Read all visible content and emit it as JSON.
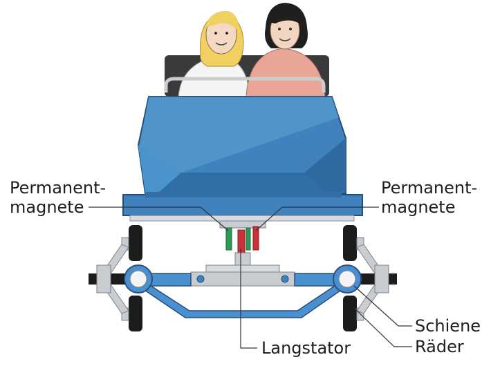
{
  "labels": {
    "left_magnets_line1": "Permanent-",
    "left_magnets_line2": "magnete",
    "right_magnets_line1": "Permanent-",
    "right_magnets_line2": "magnete",
    "schiene": "Schiene",
    "raeder": "Räder",
    "langstator": "Langstator"
  },
  "colors": {
    "body_blue": "#3f82bd",
    "body_light": "#5ea6d6",
    "body_dark": "#2f6ea6",
    "frame_blue": "#4a8fcf",
    "frame_outline": "#2c4f7a",
    "magnet_green": "#2e9a57",
    "stator_red": "#c8343a",
    "wheel_black": "#1c1c1c",
    "metal_gray": "#c9ccd1",
    "label_line": "#333333"
  }
}
